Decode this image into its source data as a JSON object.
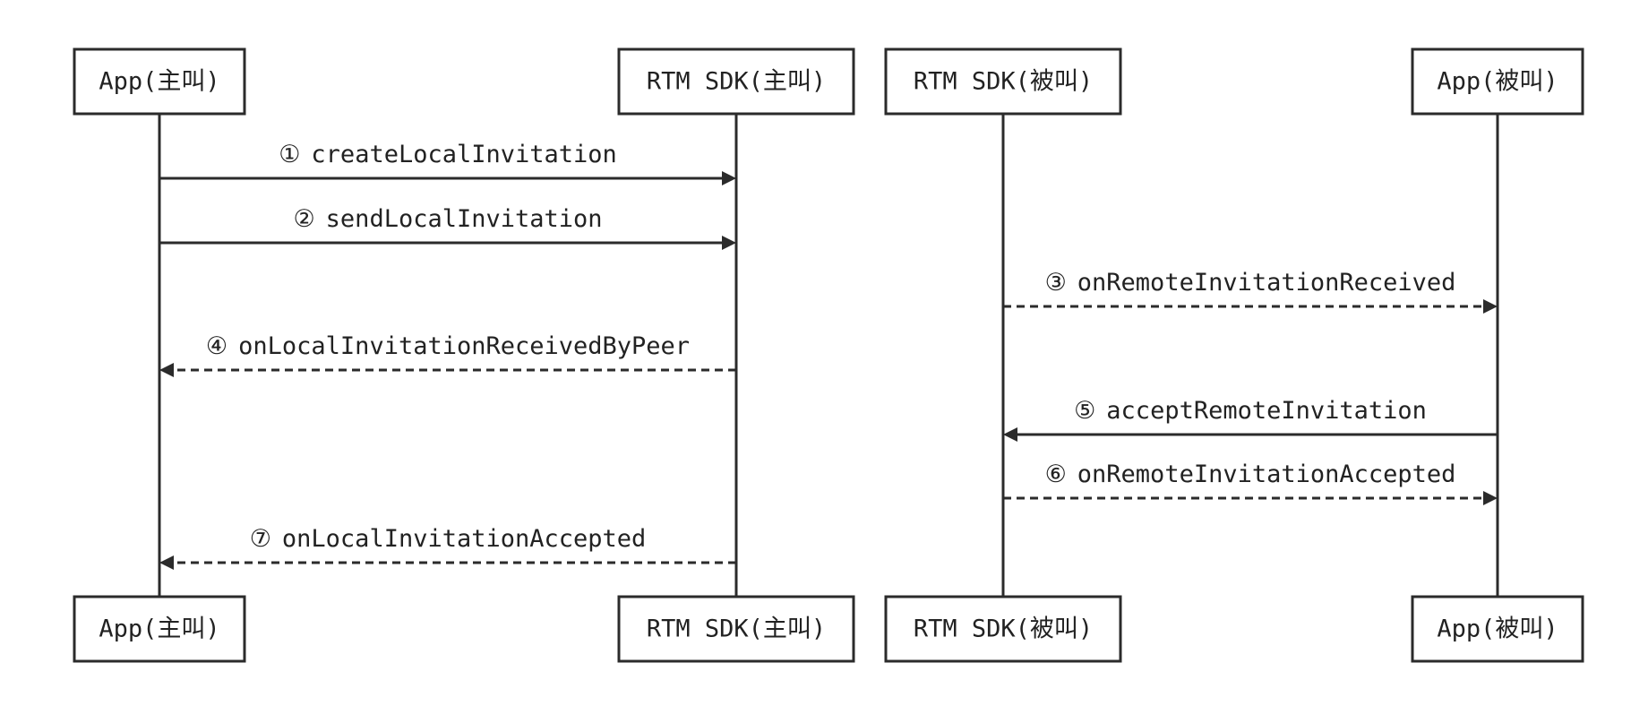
{
  "participants": [
    {
      "id": "caller_app",
      "label": "App(主叫)"
    },
    {
      "id": "caller_sdk",
      "label": "RTM SDK(主叫)"
    },
    {
      "id": "callee_sdk",
      "label": "RTM SDK(被叫)"
    },
    {
      "id": "callee_app",
      "label": "App(被叫)"
    }
  ],
  "messages": [
    {
      "step": "①",
      "text": "createLocalInvitation",
      "from": "caller_app",
      "to": "caller_sdk",
      "style": "solid"
    },
    {
      "step": "②",
      "text": "sendLocalInvitation",
      "from": "caller_app",
      "to": "caller_sdk",
      "style": "solid"
    },
    {
      "step": "③",
      "text": "onRemoteInvitationReceived",
      "from": "callee_sdk",
      "to": "callee_app",
      "style": "dashed"
    },
    {
      "step": "④",
      "text": "onLocalInvitationReceivedByPeer",
      "from": "caller_sdk",
      "to": "caller_app",
      "style": "dashed"
    },
    {
      "step": "⑤",
      "text": "acceptRemoteInvitation",
      "from": "callee_app",
      "to": "callee_sdk",
      "style": "solid"
    },
    {
      "step": "⑥",
      "text": "onRemoteInvitationAccepted",
      "from": "callee_sdk",
      "to": "callee_app",
      "style": "dashed"
    },
    {
      "step": "⑦",
      "text": "onLocalInvitationAccepted",
      "from": "caller_sdk",
      "to": "caller_app",
      "style": "dashed"
    }
  ],
  "colors": {
    "line": "#2b2b2b",
    "text": "#222222",
    "background": "#ffffff"
  }
}
